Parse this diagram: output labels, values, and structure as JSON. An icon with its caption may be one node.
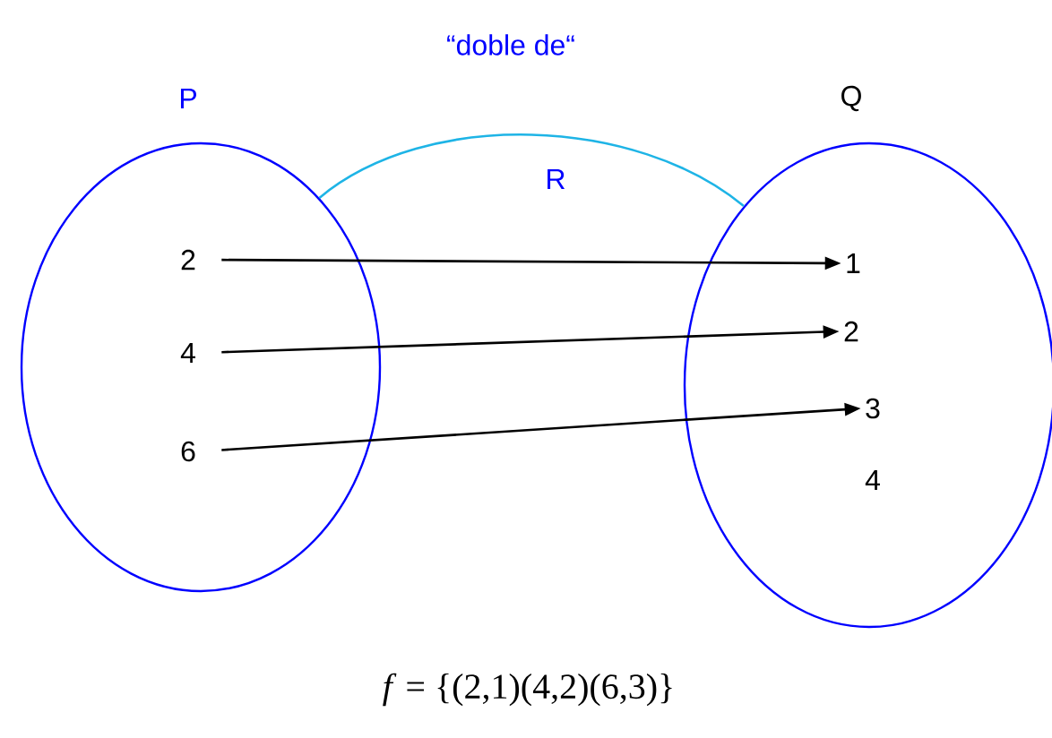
{
  "diagram": {
    "nodes": [
      {
        "text": [
          "P"
        ]
      },
      {
        "text": [
          "Q"
        ]
      },
      {
        "text": [
          "2"
        ],
        "in": 0
      },
      {
        "text": [
          "4"
        ],
        "in": 0
      },
      {
        "text": [
          "6"
        ],
        "in": 0
      },
      {
        "text": [
          "1"
        ],
        "in": 1
      },
      {
        "text": [
          "2"
        ],
        "in": 1
      },
      {
        "text": [
          "3"
        ],
        "in": 1
      },
      {
        "text": [
          "4"
        ],
        "in": 1
      }
    ],
    "edges": [
      {
        "from": 2,
        "to": 5,
        "arrow": "to"
      },
      {
        "from": 3,
        "to": 6,
        "arrow": "to"
      },
      {
        "from": 4,
        "to": 7,
        "arrow": "to"
      },
      {
        "from": 0,
        "to": 1,
        "arrow": "none",
        "label": "R",
        "color": "#1eb4e6"
      }
    ],
    "labels": [
      "“doble de“",
      "*f* = {(2,1)(4,2)(6,3)}"
    ]
  }
}
